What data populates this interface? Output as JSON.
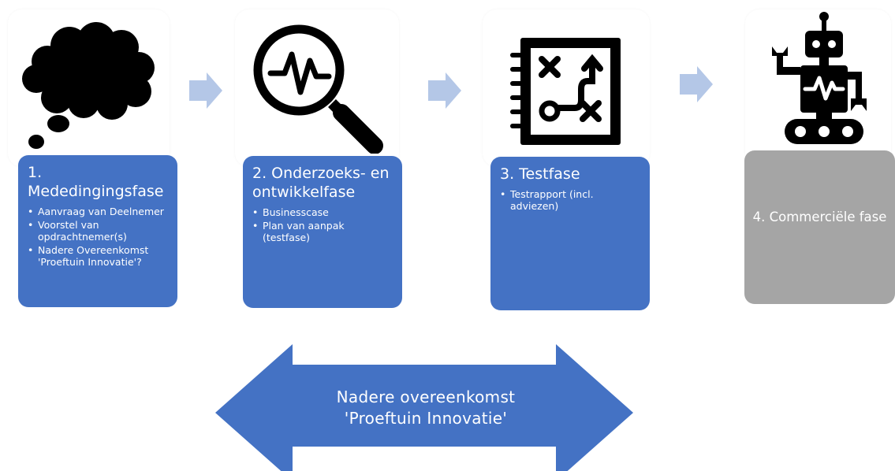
{
  "stages": [
    {
      "title": "1. Mededingingsfase",
      "bullets": [
        "Aanvraag van Deelnemer",
        "Voorstel van opdrachtnemer(s)",
        "Nadere Overeenkomst 'Proeftuin Innovatie'?"
      ],
      "icon": "thought-cloud-icon"
    },
    {
      "title": "2. Onderzoeks- en ontwikkelfase",
      "bullets": [
        "Businesscase",
        "Plan van aanpak (testfase)"
      ],
      "icon": "magnifier-pulse-icon"
    },
    {
      "title": "3. Testfase",
      "bullets": [
        "Testrapport (incl. adviezen)"
      ],
      "icon": "strategy-notebook-icon"
    },
    {
      "title": "4. Commerciële fase",
      "bullets": [],
      "icon": "robot-icon"
    }
  ],
  "agreement": {
    "line1": "Nadere overeenkomst",
    "line2": "'Proeftuin Innovatie'"
  },
  "colors": {
    "stage_blue": "#4472c4",
    "stage_grey": "#a5a5a5",
    "flow_arrow": "#b4c7e7",
    "icon_black": "#000000"
  }
}
